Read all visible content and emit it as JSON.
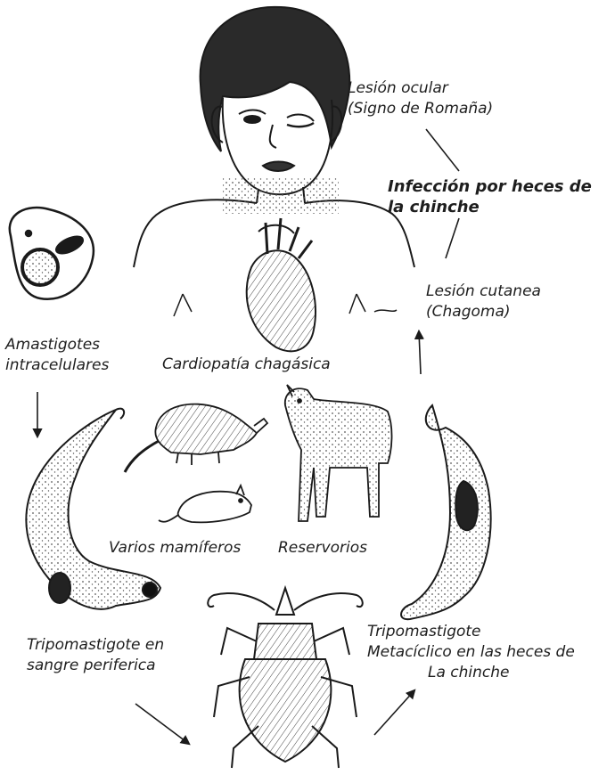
{
  "labels": {
    "eye_lesion_line1": "Lesión ocular",
    "eye_lesion_line2": "(Signo de Romaña)",
    "infection_line1": "Infección por heces de",
    "infection_line2": "la chinche",
    "skin_lesion_line1": "Lesión cutanea",
    "skin_lesion_line2": "(Chagoma)",
    "amastigotes_line1": "Amastigotes",
    "amastigotes_line2": "intracelulares",
    "cardiopathy": "Cardiopatía chagásica",
    "various_mammals": "Varios mamíferos",
    "reservoirs": "Reservorios",
    "blood_trypo_line1": "Tripomastigote en",
    "blood_trypo_line2": "sangre periferica",
    "metacyclic_line1": "Tripomastigote",
    "metacyclic_line2": "Metacíclico en las heces de",
    "metacyclic_line3": "La chinche"
  },
  "colors": {
    "ink": "#1a1a1a",
    "paper": "#ffffff",
    "stipple": "#555555"
  },
  "icons": {
    "child": "child-figure-illustration",
    "heart": "heart-illustration",
    "amastigote_cell": "amastigote-cell-illustration",
    "armadillo": "armadillo-illustration",
    "rat": "rat-illustration",
    "dog": "dog-illustration",
    "bug": "triatomine-bug-illustration",
    "trypo_left": "trypomastigote-left-illustration",
    "trypo_right": "metacyclic-trypomastigote-illustration"
  }
}
